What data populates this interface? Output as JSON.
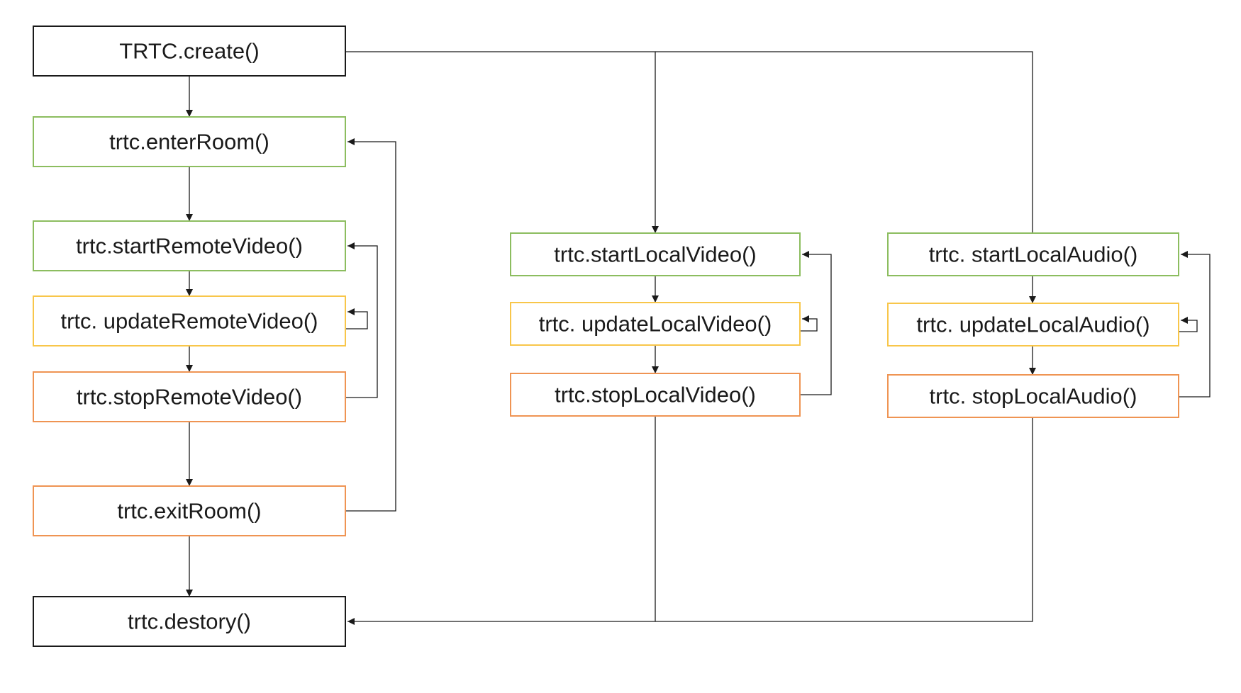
{
  "colors": {
    "black": "#1a1a1a",
    "green": "#8cbd5f",
    "yellow": "#f8c64a",
    "orange": "#ef9453"
  },
  "nodes": [
    {
      "id": "trtc-create",
      "label": "TRTC.create()",
      "color": "black"
    },
    {
      "id": "trtc-enter-room",
      "label": "trtc.enterRoom()",
      "color": "green"
    },
    {
      "id": "trtc-start-remote-video",
      "label": "trtc.startRemoteVideo()",
      "color": "green"
    },
    {
      "id": "trtc-update-remote-video",
      "label": "trtc. updateRemoteVideo()",
      "color": "yellow"
    },
    {
      "id": "trtc-stop-remote-video",
      "label": "trtc.stopRemoteVideo()",
      "color": "orange"
    },
    {
      "id": "trtc-exit-room",
      "label": "trtc.exitRoom()",
      "color": "orange"
    },
    {
      "id": "trtc-destory",
      "label": "trtc.destory()",
      "color": "black"
    },
    {
      "id": "trtc-start-local-video",
      "label": "trtc.startLocalVideo()",
      "color": "green"
    },
    {
      "id": "trtc-update-local-video",
      "label": "trtc. updateLocalVideo()",
      "color": "yellow"
    },
    {
      "id": "trtc-stop-local-video",
      "label": "trtc.stopLocalVideo()",
      "color": "orange"
    },
    {
      "id": "trtc-start-local-audio",
      "label": "trtc. startLocalAudio()",
      "color": "green"
    },
    {
      "id": "trtc-update-local-audio",
      "label": "trtc. updateLocalAudio()",
      "color": "yellow"
    },
    {
      "id": "trtc-stop-local-audio",
      "label": "trtc. stopLocalAudio()",
      "color": "orange"
    }
  ],
  "edges": [
    {
      "from": "trtc-create",
      "to": "trtc-enter-room"
    },
    {
      "from": "trtc-enter-room",
      "to": "trtc-start-remote-video"
    },
    {
      "from": "trtc-start-remote-video",
      "to": "trtc-update-remote-video"
    },
    {
      "from": "trtc-update-remote-video",
      "to": "trtc-update-remote-video"
    },
    {
      "from": "trtc-update-remote-video",
      "to": "trtc-stop-remote-video"
    },
    {
      "from": "trtc-stop-remote-video",
      "to": "trtc-start-remote-video"
    },
    {
      "from": "trtc-stop-remote-video",
      "to": "trtc-exit-room"
    },
    {
      "from": "trtc-exit-room",
      "to": "trtc-enter-room"
    },
    {
      "from": "trtc-exit-room",
      "to": "trtc-destory"
    },
    {
      "from": "trtc-create",
      "to": "trtc-start-local-video"
    },
    {
      "from": "trtc-create",
      "to": "trtc-start-local-audio"
    },
    {
      "from": "trtc-start-local-video",
      "to": "trtc-update-local-video"
    },
    {
      "from": "trtc-update-local-video",
      "to": "trtc-update-local-video"
    },
    {
      "from": "trtc-update-local-video",
      "to": "trtc-stop-local-video"
    },
    {
      "from": "trtc-stop-local-video",
      "to": "trtc-start-local-video"
    },
    {
      "from": "trtc-stop-local-video",
      "to": "trtc-destory"
    },
    {
      "from": "trtc-start-local-audio",
      "to": "trtc-update-local-audio"
    },
    {
      "from": "trtc-update-local-audio",
      "to": "trtc-update-local-audio"
    },
    {
      "from": "trtc-update-local-audio",
      "to": "trtc-stop-local-audio"
    },
    {
      "from": "trtc-stop-local-audio",
      "to": "trtc-start-local-audio"
    },
    {
      "from": "trtc-stop-local-audio",
      "to": "trtc-destory"
    }
  ]
}
